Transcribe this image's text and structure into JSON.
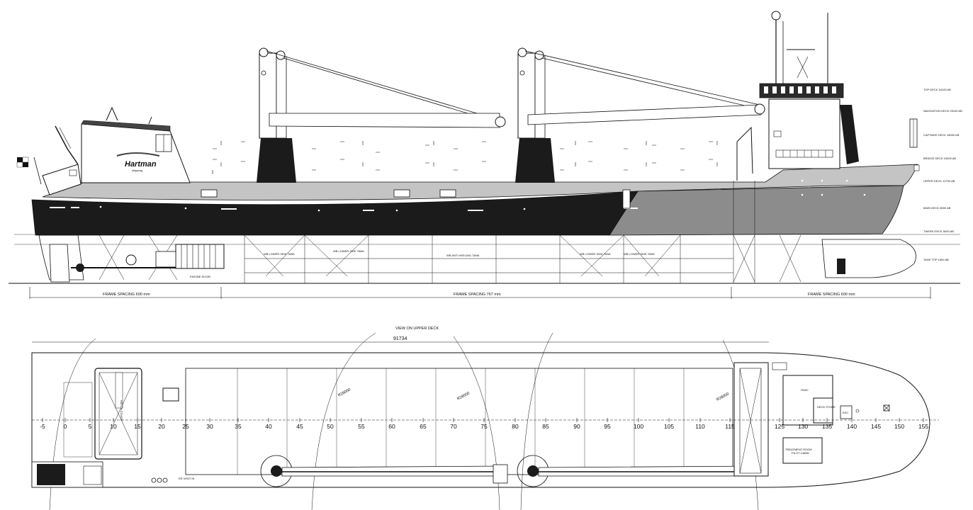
{
  "profile": {
    "brand_name": "Hartman",
    "brand_tagline": "shipping",
    "deck_levels": [
      "TOP DECK 34100 AB",
      "NAVIGATION DECK 25100 AB",
      "CAPTAINS DECK 18000 AB",
      "BRIDGE DECK 15000 AB",
      "UPPER DECK 12700 AB",
      "MAIN DECK 8000 AB",
      "TWEEN DECK 5000 AB",
      "TANK TOP 1600 AB"
    ],
    "tank_labels": [
      "WB LOWER SIDE TANK",
      "WB LOWER SIDE TANK",
      "WB ANTI HEELING TANK",
      "WB LOWER SIDE TANK",
      "WB LOWER SIDE TANK"
    ],
    "frame_spacing": [
      "FRAME SPACING 600 mm",
      "FRAME SPACING 767 mm",
      "FRAME SPACING 600 mm"
    ],
    "engine_room_label": "ENGINE ROOM"
  },
  "plan": {
    "title": "VIEW ON UPPER DECK",
    "overall_dimension": "91734",
    "frame_numbers": [
      "-5",
      "0",
      "5",
      "10",
      "15",
      "20",
      "25",
      "30",
      "35",
      "40",
      "45",
      "50",
      "55",
      "60",
      "65",
      "70",
      "75",
      "80",
      "85",
      "90",
      "95",
      "100",
      "105",
      "110",
      "115",
      "125",
      "130",
      "135",
      "140",
      "145",
      "150",
      "155"
    ],
    "crane_radius_labels": [
      "R28000",
      "R28000",
      "R28000"
    ],
    "hatch_label": "HATCH COVER",
    "rooms": {
      "hvac": "HVAC",
      "deck_store": "DECK\nSTORE",
      "treatment_room": "TREATMENT ROOM",
      "pilot_cabin": "PILOT CABIN",
      "esc": "ESC",
      "er_vent": "ER VENT IN"
    }
  },
  "colors": {
    "line": "#111111",
    "hull_dark": "#1b1b1b",
    "hull_mid": "#8c8c8c",
    "hull_light": "#c4c4c4",
    "paper": "#ffffff"
  }
}
